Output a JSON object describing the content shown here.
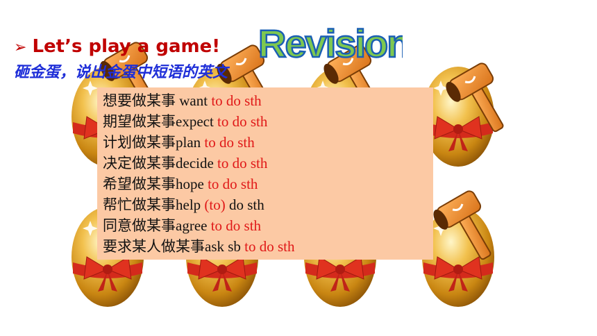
{
  "slide": {
    "heading": "Let’s play a game!",
    "bullet_icon": "arrow-bullet-icon",
    "subtitle": "砸金蛋，说出金蛋中短语的英文",
    "badge_text": "Revision",
    "badge_colors": {
      "fill": "#7ec850",
      "outline": "#1a5fb4"
    },
    "egg_icon": "golden-egg-with-bow-icon",
    "hammer_icon": "hammer-icon",
    "accent": "#c00000",
    "panel_color": "#fcc9a4"
  },
  "phrases": [
    {
      "chinese": "想要做某事 ",
      "english": "want ",
      "infinitive": "to do sth"
    },
    {
      "chinese": "期望做某事",
      "english": "expect ",
      "infinitive": "to do sth"
    },
    {
      "chinese": "计划做某事",
      "english": "plan ",
      "infinitive": "to do sth"
    },
    {
      "chinese": "决定做某事",
      "english": "decide ",
      "infinitive": "to do sth"
    },
    {
      "chinese": "希望做某事",
      "english": "hope ",
      "infinitive": "to do sth"
    },
    {
      "chinese": "帮忙做某事",
      "english": "help ",
      "infinitive": "(to)",
      "rest": " do sth"
    },
    {
      "chinese": "同意做某事",
      "english": "agree ",
      "infinitive": "to do sth"
    },
    {
      "chinese": "要求某人做某事",
      "english": "ask sb ",
      "infinitive": "to do sth"
    }
  ]
}
